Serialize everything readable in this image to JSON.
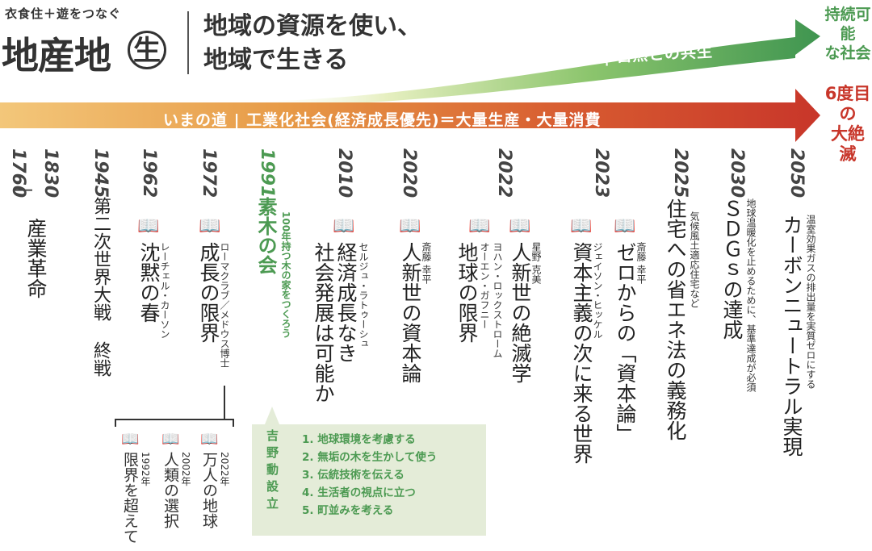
{
  "header": {
    "logo_tagline": "衣食住＋遊をつなぐ",
    "logo_main": "地産地",
    "logo_circle_char": "生",
    "headline_line1": "地域の資源を使い、",
    "headline_line2": "地域で生きる"
  },
  "arrows": {
    "green_label": "べつの道 | 自然との共生",
    "red_label": "いまの道 | 工業化社会(経済成長優先)＝大量生産・大量消費",
    "green_goal": [
      "持続可能",
      "な社会"
    ],
    "red_goal": [
      "6度目の",
      "大絶滅"
    ],
    "colors": {
      "green": "#4c9a52",
      "red": "#c8362a",
      "orange": "#e8a94a"
    }
  },
  "timeline": {
    "y1760": {
      "year_top": "1760",
      "dash": "|",
      "year_bottom": "1830",
      "title": "産業革命"
    },
    "y1945": {
      "year": "1945",
      "title": "第二次世界大戦 終戦"
    },
    "y1962": {
      "year": "1962",
      "title": "沈黙の春",
      "author": "レーチェル・カーソン"
    },
    "y1972": {
      "year": "1972",
      "title": "成長の限界",
      "author": "ローマクラブ／メドウス博士",
      "sequels": [
        {
          "title": "限界を超えて",
          "year": "1992年"
        },
        {
          "title": "人類の選択",
          "year": "2002年"
        },
        {
          "title": "万人の地球",
          "year": "2022年"
        }
      ]
    },
    "y1991": {
      "year": "1991",
      "title": "素木の会",
      "note": "100年持つ木の家をつくろう"
    },
    "y2010": {
      "year": "2010",
      "title_1": "経済成長なき",
      "title_2": "社会発展は可能か",
      "author": "セルジュ・ラトゥーシュ"
    },
    "y2020": {
      "year": "2020",
      "title_1": "人新世の",
      "title_2": "資本論",
      "author": "斎藤 幸平"
    },
    "y2022": {
      "year": "2022",
      "book_a": {
        "title_1": "人新世の",
        "title_2": "絶滅学",
        "author": "星野 克美"
      },
      "book_b": {
        "title": "地球の限界",
        "author_1": "ヨハン・ロックストローム",
        "author_2": "オーエン・ガフニー"
      }
    },
    "y2023": {
      "year": "2023",
      "book_a": {
        "title_1": "ゼロからの",
        "title_2": "「資本論」",
        "author": "斎藤 幸平"
      },
      "book_b": {
        "title_1": "資本主義の",
        "title_2": "次に来る世界",
        "author": "ジェイソン・ヒッケル"
      }
    },
    "y2025": {
      "year": "2025",
      "title": "住宅への省エネ法の義務化",
      "note": "気候風土適応住宅など"
    },
    "y2030": {
      "year": "2030",
      "title": "ＳＤＧｓの達成",
      "note": "地球温暖化を止めるために、基準達成が必須"
    },
    "y2050": {
      "year": "2050",
      "title": "カーボンニュートラル実現",
      "note": "温室効果ガスの排出量を実質ゼロにする"
    }
  },
  "yoshino": {
    "title": "吉野動設立",
    "items": [
      "1. 地球環境を考慮する",
      "2. 無垢の木を生かして使う",
      "3. 伝統技術を伝える",
      "4. 生活者の視点に立つ",
      "5. 町並みを考える"
    ]
  }
}
